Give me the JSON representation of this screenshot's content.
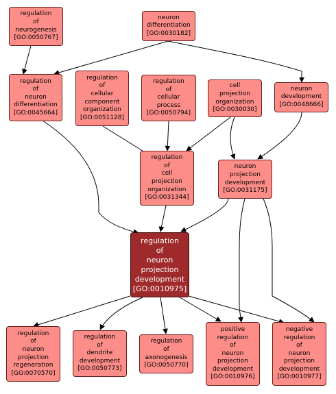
{
  "nodes": {
    "neurogenesis_reg": {
      "label": "regulation\nof\nneurogenesis",
      "id": "[GO:0050767]"
    },
    "neuron_diff": {
      "label": "neuron\ndifferentiation",
      "id": "[GO:0030182]"
    },
    "neuron_diff_reg": {
      "label": "regulation\nof\nneuron\ndifferentiation",
      "id": "[GO:0045664]"
    },
    "ccco_reg": {
      "label": "regulation\nof\ncellular\ncomponent\norganization",
      "id": "[GO:0051128]"
    },
    "cell_proc_reg": {
      "label": "regulation\nof\ncellular\nprocess",
      "id": "[GO:0050794]"
    },
    "cell_proj_org": {
      "label": "cell\nprojection\norganization",
      "id": "[GO:0030030]"
    },
    "neuron_dev": {
      "label": "neuron\ndevelopment",
      "id": "[GO:0048666]"
    },
    "cpo_reg": {
      "label": "regulation\nof\ncell\nprojection\norganization",
      "id": "[GO:0031344]"
    },
    "npd": {
      "label": "neuron\nprojection\ndevelopment",
      "id": "[GO:0031175]"
    },
    "npd_reg": {
      "label": "regulation\nof\nneuron\nprojection\ndevelopment",
      "id": "[GO:0010975]"
    },
    "npr_reg": {
      "label": "regulation\nof\nneuron\nprojection\nregeneration",
      "id": "[GO:0070570]"
    },
    "dd_reg": {
      "label": "regulation\nof\ndendrite\ndevelopment",
      "id": "[GO:0050773]"
    },
    "axon_reg": {
      "label": "regulation\nof\naxonogenesis",
      "id": "[GO:0050770]"
    },
    "pos_npd_reg": {
      "label": "positive\nregulation\nof\nneuron\nprojection\ndevelopment",
      "id": "[GO:0010976]"
    },
    "neg_npd_reg": {
      "label": "negative\nregulation\nof\nneuron\nprojection\ndevelopment",
      "id": "[GO:0010977]"
    }
  },
  "colors": {
    "node_fill": "#fc8d88",
    "focus_fill": "#9e2a2b",
    "edge": "#000000"
  }
}
